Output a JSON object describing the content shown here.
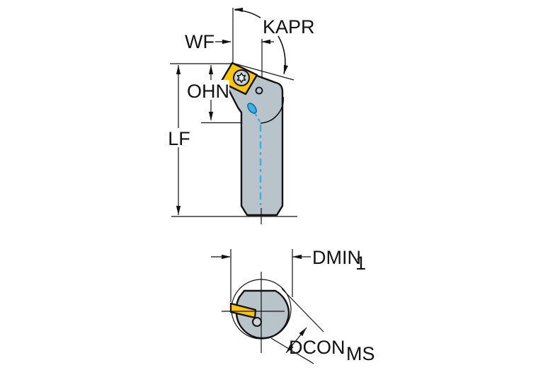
{
  "figure": {
    "type": "technical-dimension-diagram",
    "subject": "Boring bar with screw-clamped rhombic insert: side view (top) and shank end view (bottom) with dimension callouts"
  },
  "side_view": {
    "labels": {
      "kapr": "KAPR",
      "wf": "WF",
      "ohn": "OHN",
      "lf": "LF"
    }
  },
  "end_view": {
    "labels": {
      "dmin": "DMIN",
      "dmin_sub": "1",
      "dcon": "DCON",
      "dcon_sub": "MS"
    }
  },
  "colors": {
    "insert_yellow": "#fcc607",
    "body_gray": "#b9c3ca",
    "screw_gray": "#c6cfd5",
    "hole_gray": "#ccd4d9",
    "coolant_blue": "#3fb0e4",
    "coolant_blue_dark": "#0e6e9e",
    "line_black": "#111111",
    "background": "#ffffff"
  }
}
